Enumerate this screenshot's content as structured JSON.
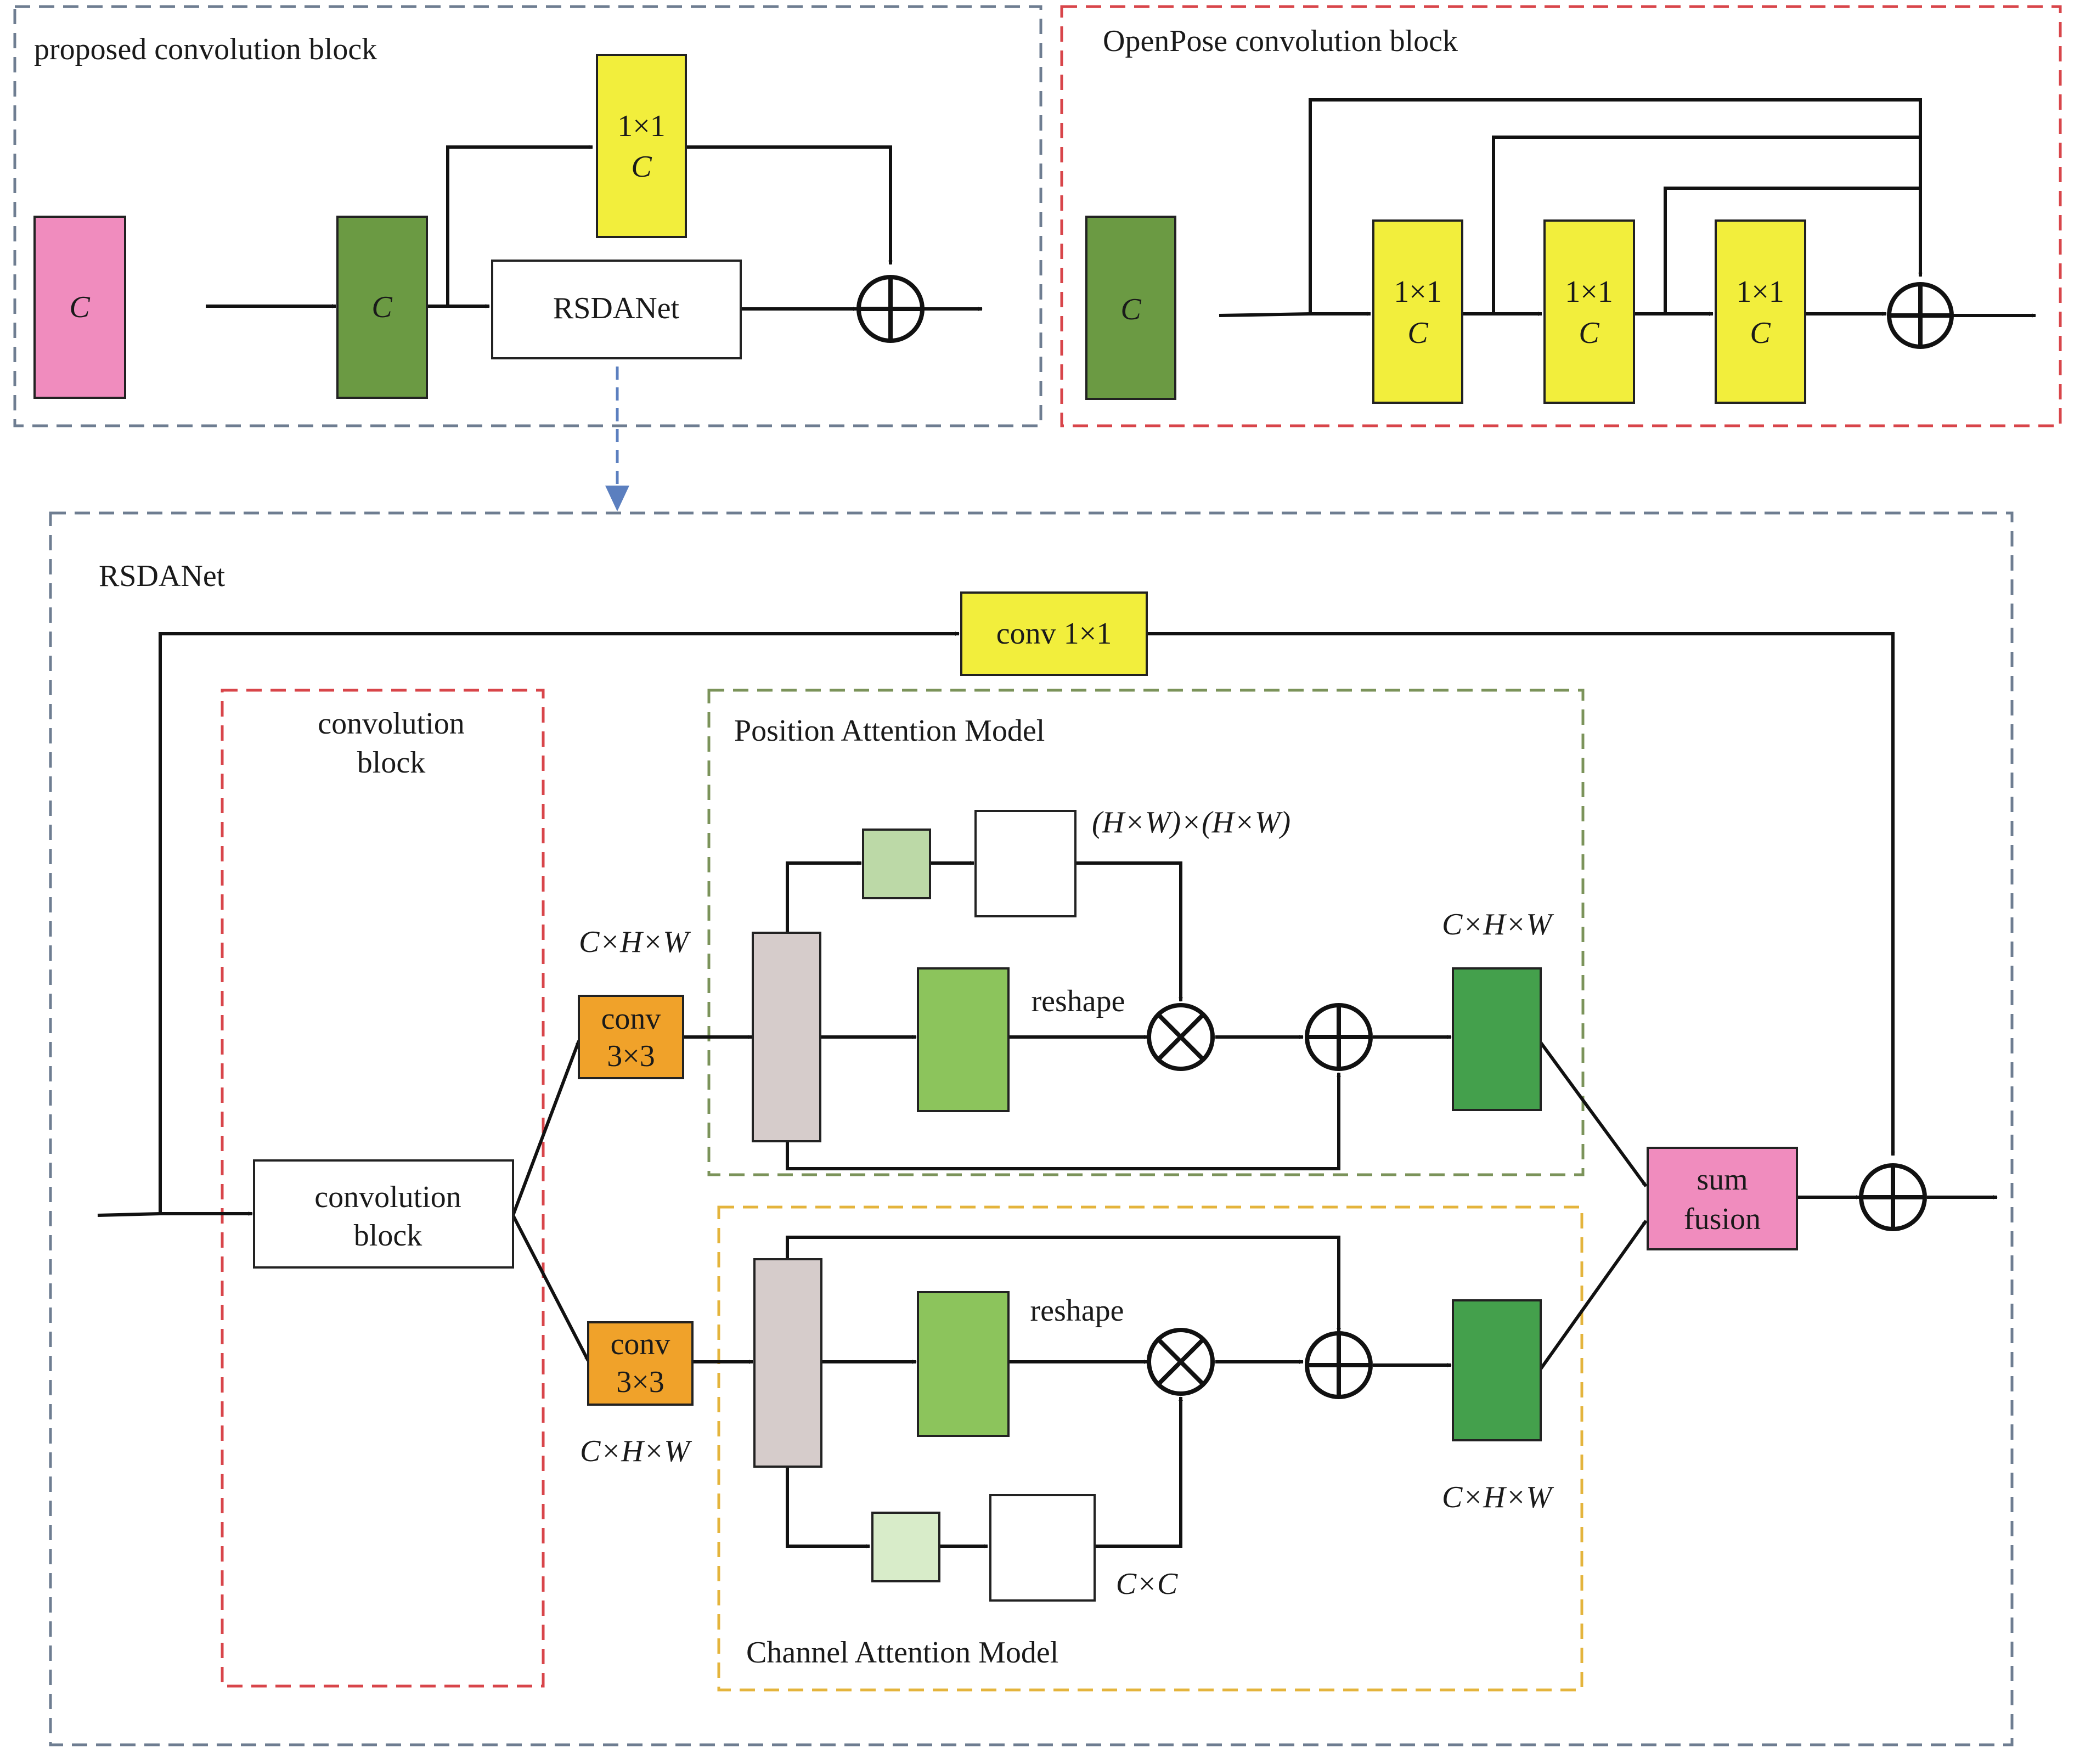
{
  "colors": {
    "pink": "#f08cbe",
    "dark_green": "#6b9a43",
    "yellow": "#f2ee3c",
    "orange": "#f0a22a",
    "gray_block": "#d6cccb",
    "light_green": "#bcd9a7",
    "pale_green": "#d8ecc9",
    "mid_green": "#8cc45c",
    "deep_green": "#44a04c",
    "frame_blue": "#6e7d91",
    "frame_red": "#d8454a",
    "frame_olive": "#7b935a",
    "frame_gold": "#e4b43c",
    "arrow_blue": "#5b7fbf"
  },
  "proposed": {
    "title": "proposed convolution block",
    "input_label": "C",
    "conv_label": "C",
    "conv1x1_top": "1×1",
    "conv1x1_bottom": "C",
    "rsdanet_label": "RSDANet"
  },
  "openpose": {
    "title": "OpenPose convolution block",
    "input_label": "C",
    "blocks": [
      {
        "top": "1×1",
        "bottom": "C"
      },
      {
        "top": "1×1",
        "bottom": "C"
      },
      {
        "top": "1×1",
        "bottom": "C"
      }
    ]
  },
  "rsdanet": {
    "title": "RSDANet",
    "conv1x1_label": "conv 1×1",
    "conv_block_frame_line1": "convolution",
    "conv_block_frame_line2": "block",
    "conv_block_line1": "convolution",
    "conv_block_line2": "block",
    "sum_fusion_line1": "sum",
    "sum_fusion_line2": "fusion"
  },
  "pam": {
    "title": "Position Attention Model",
    "conv_line1": "conv",
    "conv_line2": "3×3",
    "input_dim": "C×H×W",
    "matrix_dim": "(H×W)×(H×W)",
    "reshape_label": "reshape",
    "output_dim": "C×H×W"
  },
  "cam": {
    "title": "Channel Attention Model",
    "conv_line1": "conv",
    "conv_line2": "3×3",
    "input_dim": "C×H×W",
    "matrix_dim": "C×C",
    "reshape_label": "reshape",
    "output_dim": "C×H×W"
  }
}
